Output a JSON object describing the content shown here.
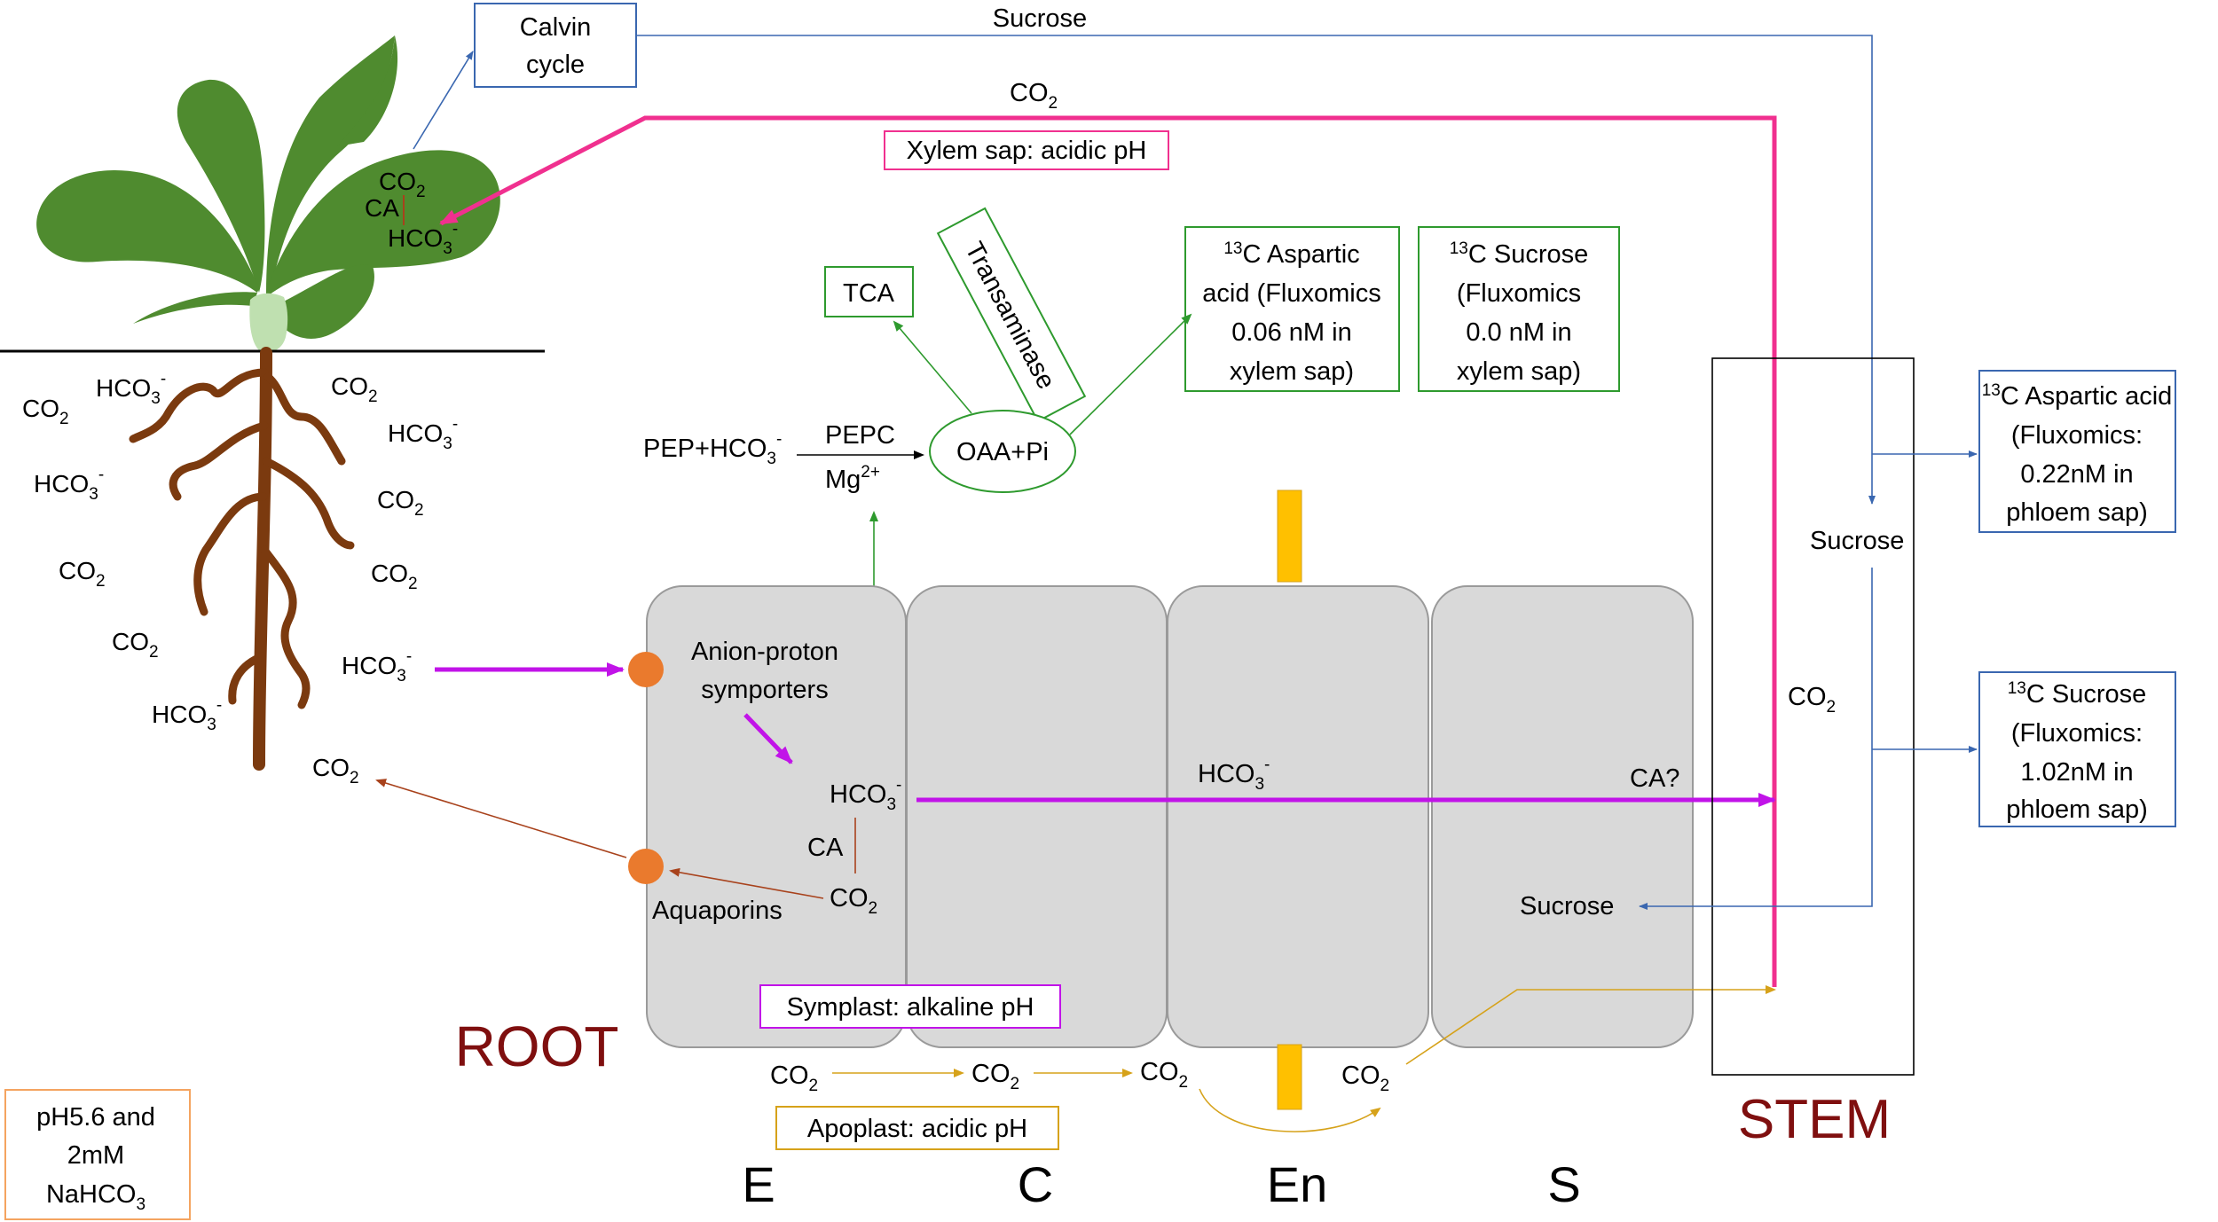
{
  "colors": {
    "leaf": "#4f8b2f",
    "root": "#7b3a0f",
    "cell_fill": "#d9d9d9",
    "cell_stroke": "#9a9a9a",
    "magenta": "#c113e8",
    "pink": "#f0308f",
    "blue": "#3a67b0",
    "green": "#2e9a2e",
    "brown_arrow": "#a8421c",
    "gold": "#d6a21a",
    "orange_dot": "#ea7a2d",
    "dark_red": "#7f0f0f"
  },
  "top": {
    "calvin_line1": "Calvin",
    "calvin_line2": "cycle",
    "sucrose": "Sucrose",
    "co2": "CO",
    "xylem_box": "Xylem sap: acidic pH"
  },
  "leaf_labels": {
    "co2": "CO",
    "ca": "CA",
    "hco3": "HCO"
  },
  "soil_labels": [
    {
      "base": "CO",
      "sub": "2",
      "sup": ""
    },
    {
      "base": "HCO",
      "sub": "3",
      "sup": "-"
    },
    {
      "base": "CO",
      "sub": "2",
      "sup": ""
    },
    {
      "base": "HCO",
      "sub": "3",
      "sup": "-"
    },
    {
      "base": "HCO",
      "sub": "3",
      "sup": "-"
    },
    {
      "base": "CO",
      "sub": "2",
      "sup": ""
    },
    {
      "base": "CO",
      "sub": "2",
      "sup": ""
    },
    {
      "base": "CO",
      "sub": "2",
      "sup": ""
    },
    {
      "base": "CO",
      "sub": "2",
      "sup": ""
    },
    {
      "base": "HCO",
      "sub": "3",
      "sup": "-"
    },
    {
      "base": "HCO",
      "sub": "3",
      "sup": "-"
    },
    {
      "base": "CO",
      "sub": "2",
      "sup": ""
    }
  ],
  "metabolism": {
    "tca": "TCA",
    "transaminase": "Transaminase",
    "pep_hco3": "PEP+HCO",
    "pepc": "PEPC",
    "mg": "Mg",
    "oaa": "OAA+Pi",
    "aspartic_xylem": [
      "C Aspartic",
      "acid (Fluxomics",
      "0.06 nM in",
      "xylem sap)"
    ],
    "sucrose_xylem": [
      "C Sucrose",
      "(Fluxomics",
      "0.0 nM in",
      "xylem sap)"
    ],
    "isotope": "13"
  },
  "cells": {
    "anion_line1": "Anion-proton",
    "anion_line2": "symporters",
    "hco3": "HCO",
    "ca": "CA",
    "co2": "CO",
    "aquaporins": "Aquaporins",
    "hco3_mid": "HCO",
    "ca_q": "CA?",
    "sucrose": "Sucrose",
    "symplast_box": "Symplast: alkaline pH",
    "apoplast_box": "Apoplast: acidic pH",
    "apoplast_co2": [
      "CO",
      "CO",
      "CO",
      "CO"
    ]
  },
  "stem": {
    "sucrose": "Sucrose",
    "co2": "CO",
    "label": "STEM",
    "aspartic_phloem": [
      "C Aspartic acid",
      "(Fluxomics:",
      "0.22nM in",
      "phloem sap)"
    ],
    "sucrose_phloem": [
      "C Sucrose",
      "(Fluxomics:",
      "1.02nM in",
      "phloem sap)"
    ]
  },
  "root_label": "ROOT",
  "ph_box": [
    "pH5.6 and",
    "2mM",
    "NaHCO"
  ],
  "ph_box_sub": "3",
  "layer_letters": [
    "E",
    "C",
    "En",
    "S"
  ]
}
